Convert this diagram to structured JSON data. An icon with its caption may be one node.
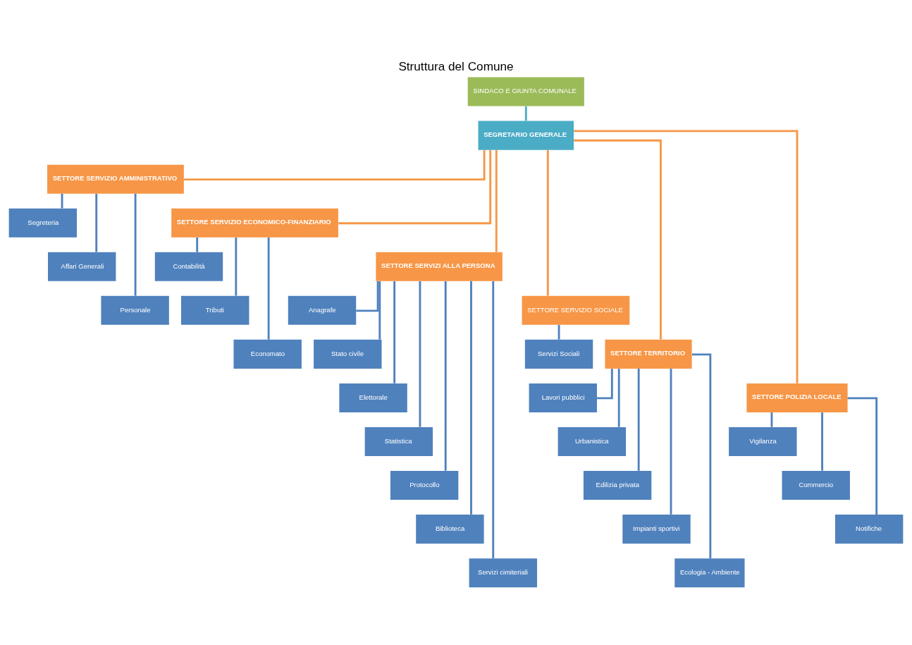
{
  "diagram": {
    "title": "Struttura del Comune",
    "nodes": [
      {
        "text": [
          "SINDACO E GIUNTA COMUNALE"
        ]
      },
      {
        "text": [
          "SEGRETARIO GENERALE"
        ]
      },
      {
        "text": [
          "SETTORE SERVIZIO AMMINISTRATIVO"
        ]
      },
      {
        "text": [
          "SETTORE SERVIZIO ECONOMICO-FINANZIARIO"
        ]
      },
      {
        "text": [
          "SETTORE SERVIZI ALLA PERSONA"
        ]
      },
      {
        "text": [
          "SETTORE SERVIZIO SOCIALE"
        ]
      },
      {
        "text": [
          "SETTORE TERRITORIO"
        ]
      },
      {
        "text": [
          "SETTORE POLIZIA LOCALE"
        ]
      },
      {
        "text": [
          "Segreteria"
        ]
      },
      {
        "text": [
          "Affari Generali"
        ]
      },
      {
        "text": [
          "Personale"
        ]
      },
      {
        "text": [
          "Contabilità"
        ]
      },
      {
        "text": [
          "Tributi"
        ]
      },
      {
        "text": [
          "Economato"
        ]
      },
      {
        "text": [
          "Anagrafe"
        ]
      },
      {
        "text": [
          "Stato civile"
        ]
      },
      {
        "text": [
          "Elettorale"
        ]
      },
      {
        "text": [
          "Statistica"
        ]
      },
      {
        "text": [
          "Protocollo"
        ]
      },
      {
        "text": [
          "Biblioteca"
        ]
      },
      {
        "text": [
          "Servizi cimiteriali"
        ]
      },
      {
        "text": [
          "Servizi Sociali"
        ]
      },
      {
        "text": [
          "Lavori pubblici"
        ]
      },
      {
        "text": [
          "Urbanistica"
        ]
      },
      {
        "text": [
          "Edilizia privata"
        ]
      },
      {
        "text": [
          "Impianti sportivi"
        ]
      },
      {
        "text": [
          "Ecologia - Ambiente"
        ]
      },
      {
        "text": [
          "Vigilanza"
        ]
      },
      {
        "text": [
          "Commercio"
        ]
      },
      {
        "text": [
          "Notifiche"
        ]
      }
    ],
    "edges": [
      {
        "from": 0,
        "to": 1,
        "arrow": "none",
        "color": "#4bacc6"
      },
      {
        "from": 1,
        "to": 2,
        "arrow": "none",
        "color": "#f79646"
      },
      {
        "from": 1,
        "to": 3,
        "arrow": "none",
        "color": "#f79646"
      },
      {
        "from": 1,
        "to": 4,
        "arrow": "none",
        "color": "#f79646"
      },
      {
        "from": 1,
        "to": 5,
        "arrow": "none",
        "color": "#f79646"
      },
      {
        "from": 1,
        "to": 6,
        "arrow": "none",
        "color": "#f79646"
      },
      {
        "from": 1,
        "to": 7,
        "arrow": "none",
        "color": "#f79646"
      },
      {
        "from": 2,
        "to": 8,
        "arrow": "none"
      },
      {
        "from": 2,
        "to": 9,
        "arrow": "none"
      },
      {
        "from": 2,
        "to": 10,
        "arrow": "none"
      },
      {
        "from": 3,
        "to": 11,
        "arrow": "none"
      },
      {
        "from": 3,
        "to": 12,
        "arrow": "none"
      },
      {
        "from": 3,
        "to": 13,
        "arrow": "none"
      },
      {
        "from": 4,
        "to": 14,
        "arrow": "none"
      },
      {
        "from": 4,
        "to": 15,
        "arrow": "none"
      },
      {
        "from": 4,
        "to": 16,
        "arrow": "none"
      },
      {
        "from": 4,
        "to": 17,
        "arrow": "none"
      },
      {
        "from": 4,
        "to": 18,
        "arrow": "none"
      },
      {
        "from": 4,
        "to": 19,
        "arrow": "none"
      },
      {
        "from": 4,
        "to": 20,
        "arrow": "none"
      },
      {
        "from": 5,
        "to": 21,
        "arrow": "none"
      },
      {
        "from": 6,
        "to": 22,
        "arrow": "none"
      },
      {
        "from": 6,
        "to": 23,
        "arrow": "none"
      },
      {
        "from": 6,
        "to": 24,
        "arrow": "none"
      },
      {
        "from": 6,
        "to": 25,
        "arrow": "none"
      },
      {
        "from": 6,
        "to": 26,
        "arrow": "none"
      },
      {
        "from": 7,
        "to": 27,
        "arrow": "none"
      },
      {
        "from": 7,
        "to": 28,
        "arrow": "none"
      },
      {
        "from": 7,
        "to": 29,
        "arrow": "none"
      }
    ]
  }
}
